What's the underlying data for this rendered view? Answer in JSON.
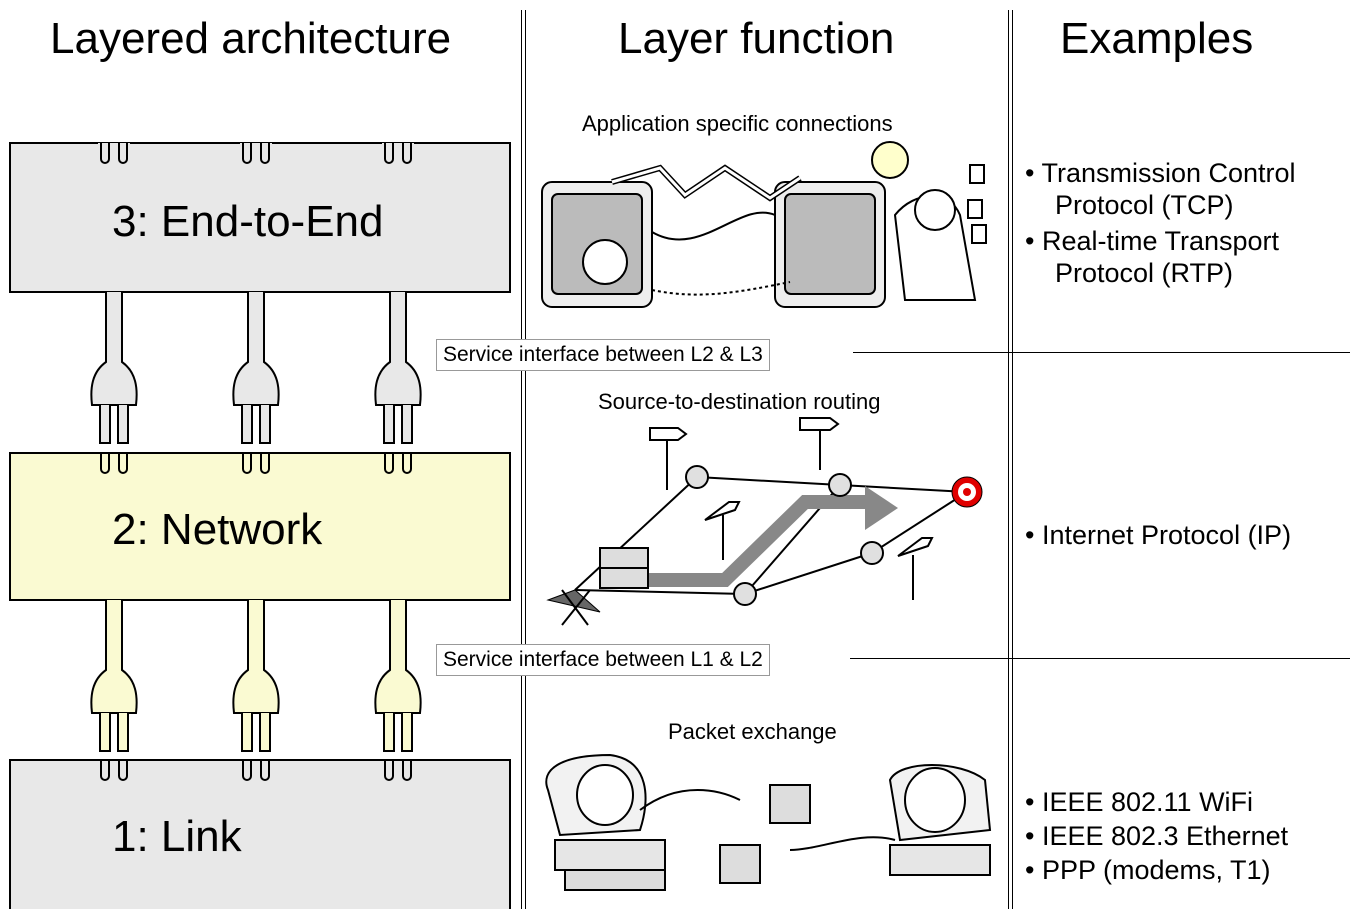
{
  "headers": {
    "architecture": "Layered architecture",
    "function": "Layer function",
    "examples": "Examples"
  },
  "layers": {
    "l3": {
      "label": "3: End-to-End",
      "fill": "#e8e8e8",
      "caption": "Application specific connections"
    },
    "l2": {
      "label": "2: Network",
      "fill": "#fafad2",
      "caption": "Source-to-destination routing"
    },
    "l1": {
      "label": "1: Link",
      "fill": "#e8e8e8",
      "caption": "Packet exchange"
    }
  },
  "interfaces": {
    "l2_l3": "Service interface between L2 & L3",
    "l1_l2": "Service interface between L1 & L2"
  },
  "examples": {
    "l3": [
      {
        "line1": "• Transmission Control",
        "line2": "Protocol (TCP)"
      },
      {
        "line1": "• Real-time Transport",
        "line2": "Protocol (RTP)"
      }
    ],
    "l2": [
      {
        "line1": "• Internet Protocol (IP)"
      }
    ],
    "l1": [
      {
        "line1": "• IEEE 802.11 WiFi"
      },
      {
        "line1": "• IEEE 802.3 Ethernet"
      },
      {
        "line1": "• PPP (modems, T1)"
      }
    ]
  },
  "colors": {
    "target": "#e00000",
    "route_arrow": "#888888"
  }
}
